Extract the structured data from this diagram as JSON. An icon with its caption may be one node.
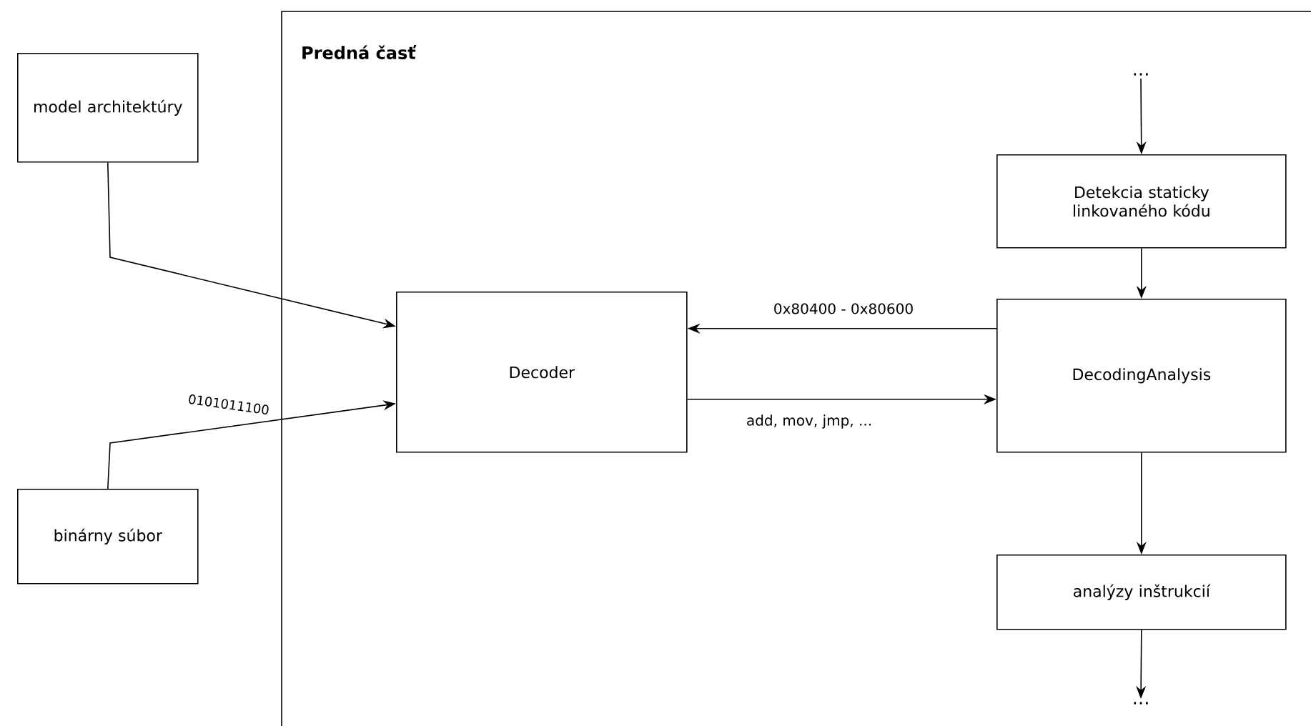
{
  "diagram": {
    "nodes": [
      {
        "text": [
          "model architektúry"
        ]
      },
      {
        "text": [
          "binárny súbor"
        ]
      },
      {
        "text": [
          "Predná časť"
        ]
      },
      {
        "text": [
          "..."
        ],
        "in": 2
      },
      {
        "text": [
          "Detekcia staticky linkovaného kódu"
        ],
        "in": 2
      },
      {
        "text": [
          "Decoder"
        ],
        "in": 2
      },
      {
        "text": [
          "DecodingAnalysis"
        ],
        "in": 2
      },
      {
        "text": [
          "analýzy inštrukcií"
        ],
        "in": 2
      },
      {
        "text": [
          "..."
        ],
        "in": 2
      }
    ],
    "edges": [
      {
        "from": 0,
        "to": 5,
        "arrow": "to"
      },
      {
        "from": 1,
        "to": 5,
        "arrow": "to",
        "label": "0101011100"
      },
      {
        "from": 3,
        "to": 4,
        "arrow": "to"
      },
      {
        "from": 4,
        "to": 6,
        "arrow": "to"
      },
      {
        "from": 6,
        "to": 5,
        "arrow": "to",
        "label": "0x80400 - 0x80600"
      },
      {
        "from": 5,
        "to": 6,
        "arrow": "to",
        "label": "add, mov, jmp, ..."
      },
      {
        "from": 6,
        "to": 7,
        "arrow": "to"
      },
      {
        "from": 7,
        "to": 8,
        "arrow": "to"
      }
    ]
  }
}
